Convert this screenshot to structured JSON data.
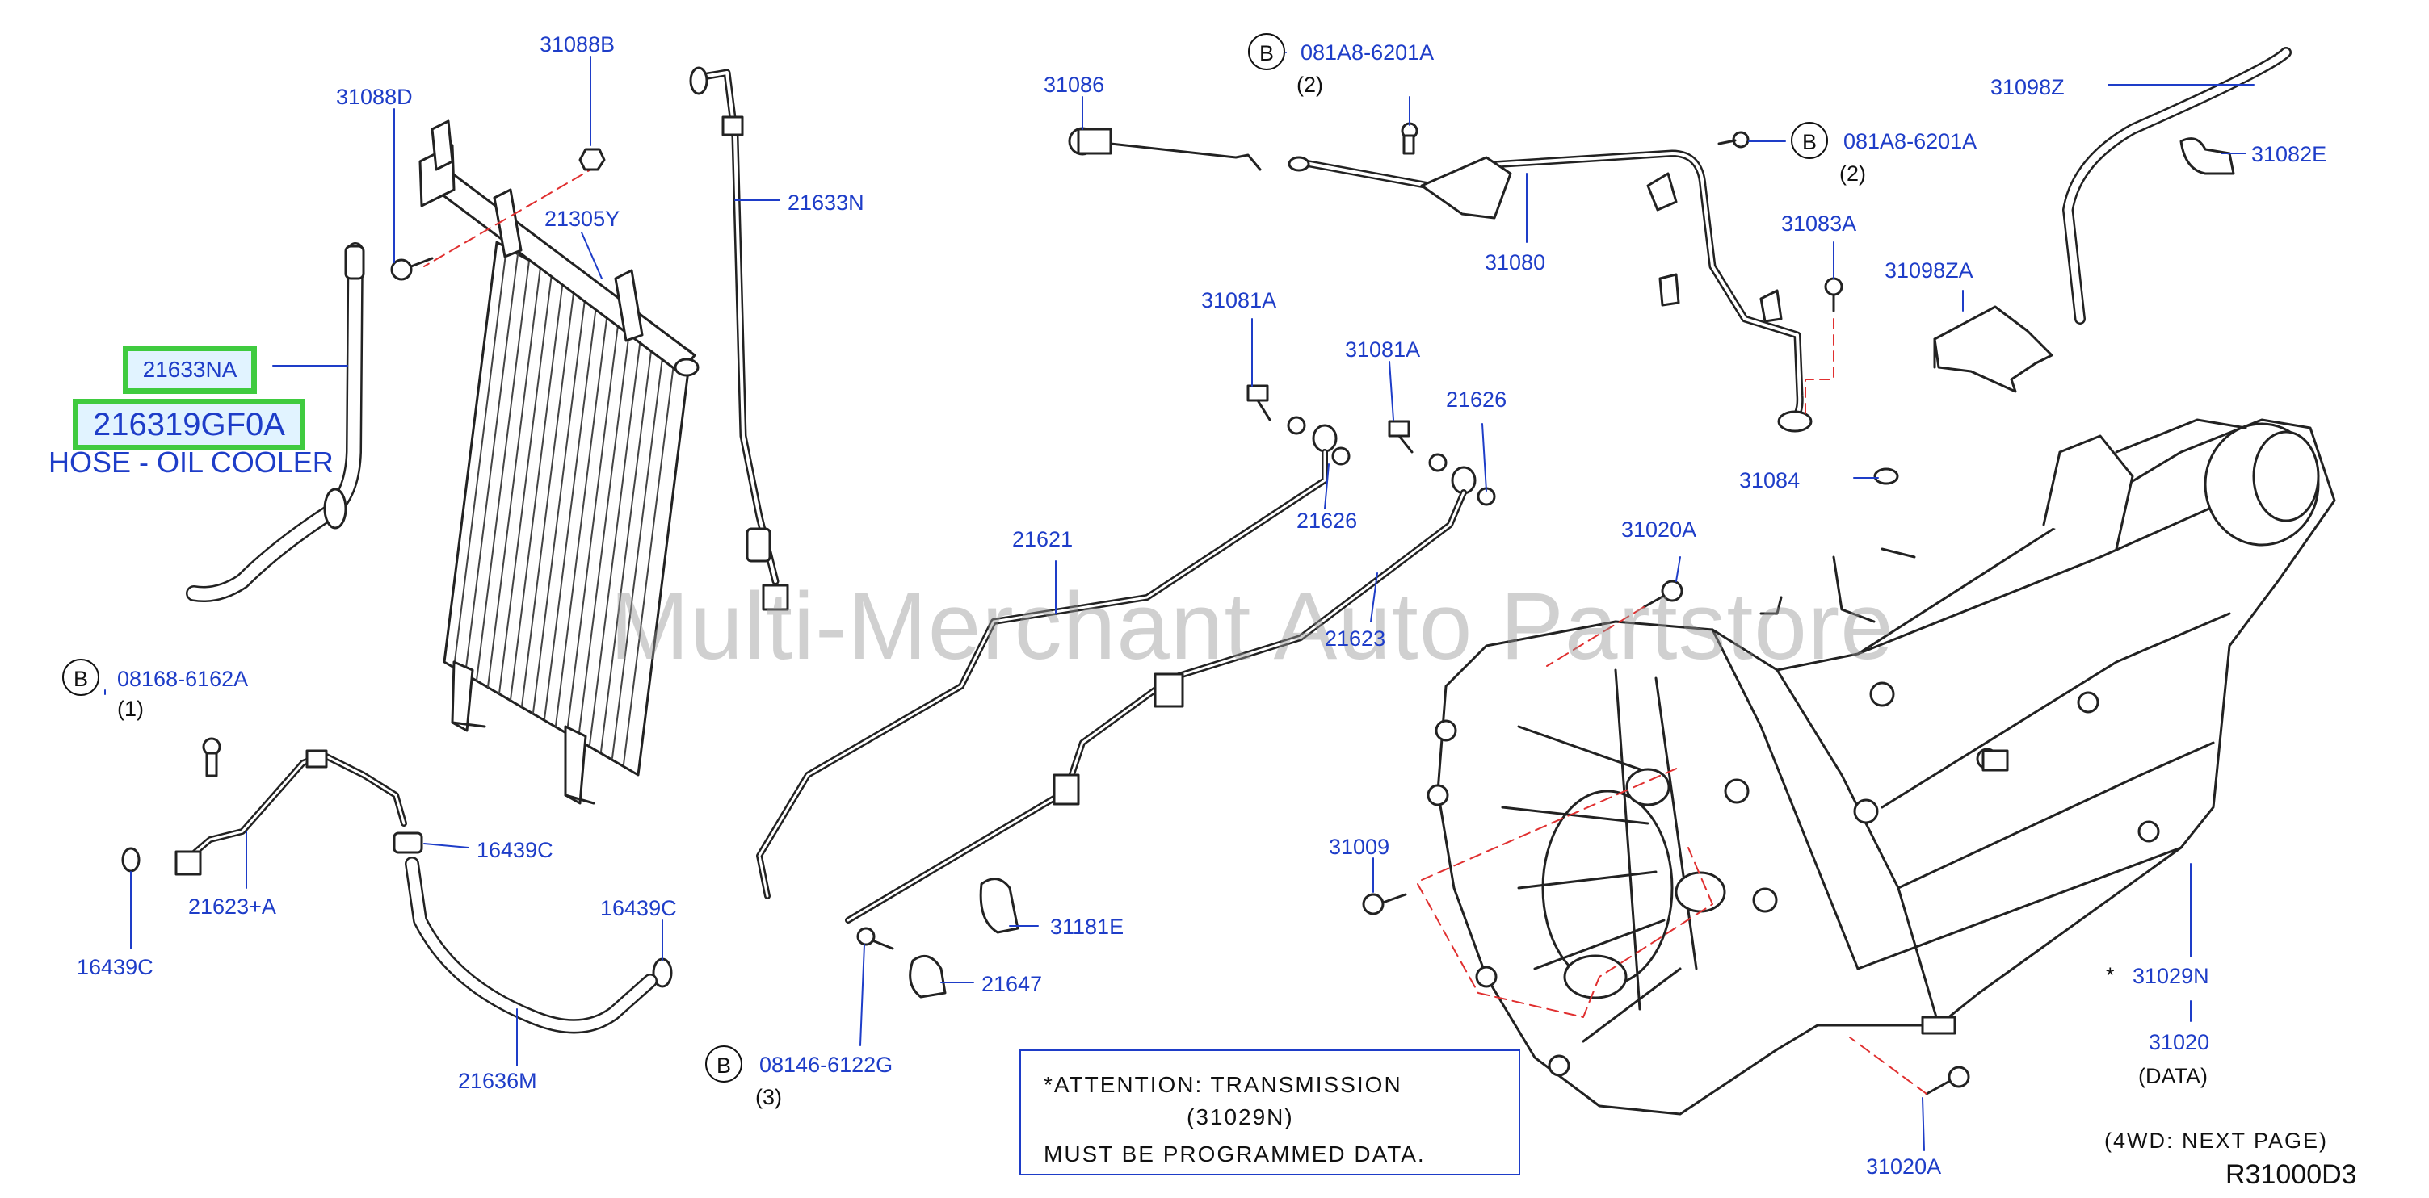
{
  "highlight": {
    "part_code": "21633NA",
    "part_number": "216319GF0A",
    "description": "HOSE - OIL COOLER"
  },
  "watermark": "Multi-Merchant Auto Partstore",
  "labels": {
    "p31088B": "31088B",
    "p31088D": "31088D",
    "p21305Y": "21305Y",
    "p21633N": "21633N",
    "p31086": "31086",
    "p081A8_top": "081A8-6201A",
    "qty2_top": "(2)",
    "p31080": "31080",
    "p081A8_right": "081A8-6201A",
    "qty2_right": "(2)",
    "p31098Z": "31098Z",
    "p31082E": "31082E",
    "p31083A": "31083A",
    "p31098ZA": "31098ZA",
    "p31081A_a": "31081A",
    "p31081A_b": "31081A",
    "p21626_a": "21626",
    "p21626_b": "21626",
    "p31084": "31084",
    "p21621": "21621",
    "p31020A_top": "31020A",
    "p21623": "21623",
    "p08168": "08168-6162A",
    "qty1": "(1)",
    "p21623A": "21623+A",
    "p16439C_a": "16439C",
    "p16439C_b": "16439C",
    "p16439C_c": "16439C",
    "p21636M": "21636M",
    "p31009": "31009",
    "p31181E": "31181E",
    "p21647": "21647",
    "p08146": "08146-6122G",
    "qty3": "(3)",
    "p31029N": "31029N",
    "star": "*",
    "p31020": "31020",
    "data_note": "(DATA)",
    "p31020A_bottom": "31020A",
    "fourwd": "(4WD:  NEXT  PAGE)",
    "circle_b": "B"
  },
  "attention": {
    "line1": "*ATTENTION:  TRANSMISSION",
    "line2": "(31029N)",
    "line3": "MUST  BE  PROGRAMMED  DATA."
  },
  "ref_code": "R31000D3"
}
